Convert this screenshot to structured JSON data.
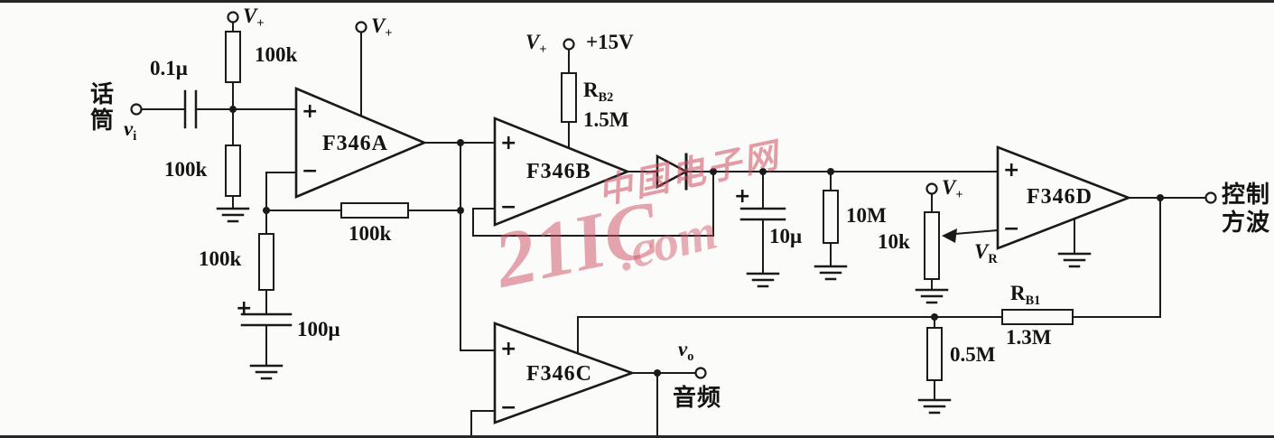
{
  "watermark": {
    "cn": "中国电子网",
    "brand": "21IC",
    "dotcom": ".com"
  },
  "text": {
    "v_upper": "V",
    "v_lower": "v",
    "r_upper": "R",
    "plus_sub": "+",
    "sub_i": "i",
    "sub_o": "o",
    "sub_r": "R",
    "sub_b1": "B1",
    "sub_b2": "B2",
    "plus15v": "+15V",
    "mic_1": "话",
    "mic_2": "筒",
    "audio": "音频",
    "control_1": "控制",
    "control_2": "方波",
    "plus": "+",
    "minus": "−"
  },
  "opamps": {
    "a": "F346A",
    "b": "F346B",
    "c": "F346C",
    "d": "F346D"
  },
  "values": {
    "r1": "100k",
    "r2": "100k",
    "r3": "100k",
    "r4": "100k",
    "c1": "0.1μ",
    "c2": "100μ",
    "c3": "10μ",
    "rb2": "1.5M",
    "r10m": "10M",
    "pot": "10k",
    "rb1": "1.3M",
    "r05m": "0.5M"
  }
}
